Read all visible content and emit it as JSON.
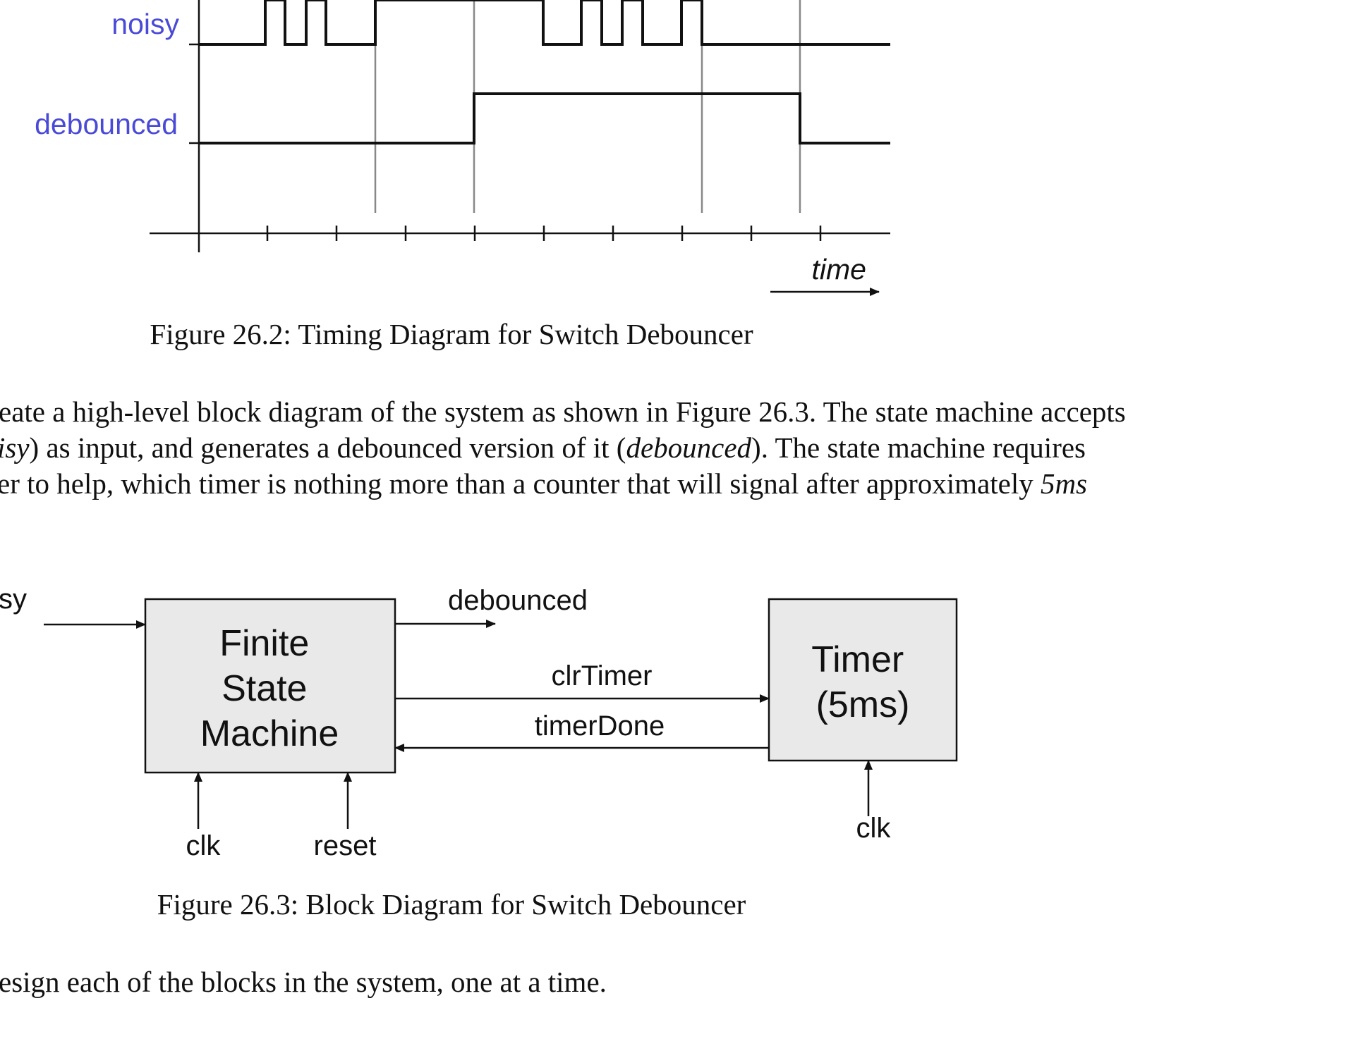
{
  "timing_diagram": {
    "signals": [
      {
        "label": "noisy",
        "color": "#4a4ad8"
      },
      {
        "label": "debounced",
        "color": "#4a4ad8"
      }
    ],
    "axis_label": "time",
    "caption": "Figure 26.2: Timing Diagram for Switch Debouncer"
  },
  "paragraph": {
    "line1": "eate a high-level block diagram of the system as shown in Figure 26.3. The state machine accepts",
    "line2": {
      "pre": "isy",
      "mid1": ") as input, and generates a debounced version of it (",
      "debounced": "debounced",
      "post": "). The state machine requires"
    },
    "line3": {
      "text": "er to help, which timer is nothing more than a counter that will signal after approximately ",
      "math": "5ms"
    }
  },
  "block_diagram": {
    "input_label": "sy",
    "fsm_lines": [
      "Finite",
      "State",
      "Machine"
    ],
    "timer_lines": [
      "Timer",
      "(5ms)"
    ],
    "output_label": "debounced",
    "clr_label": "clrTimer",
    "done_label": "timerDone",
    "fsm_clk_label": "clk",
    "fsm_reset_label": "reset",
    "timer_clk_label": "clk",
    "caption": "Figure 26.3: Block Diagram for Switch Debouncer"
  },
  "closing_line": "esign each of the blocks in the system, one at a time."
}
